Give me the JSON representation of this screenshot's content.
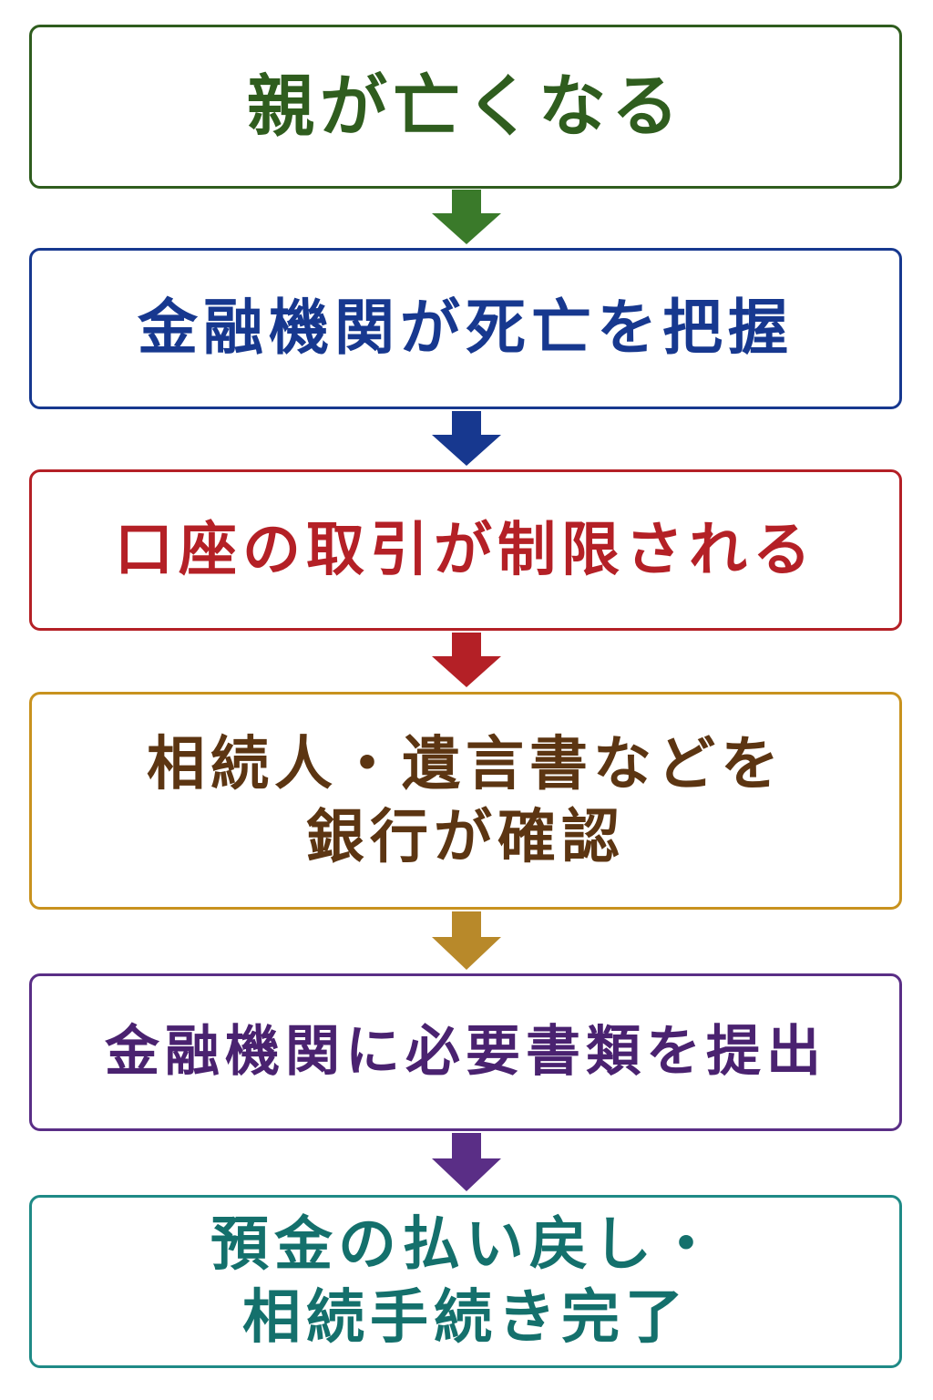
{
  "steps": [
    {
      "lines": [
        "親が亡くなる"
      ],
      "color": "#2f5d1e"
    },
    {
      "lines": [
        "金融機関が死亡を把握"
      ],
      "color": "#17388f"
    },
    {
      "lines": [
        "口座の取引が制限される"
      ],
      "color": "#b42026"
    },
    {
      "lines": [
        "相続人・遺言書などを",
        "銀行が確認"
      ],
      "color": "#5c3512",
      "border_color": "#c8921e"
    },
    {
      "lines": [
        "金融機関に必要書類を提出"
      ],
      "color": "#4a2270",
      "border_color": "#5a2e86"
    },
    {
      "lines": [
        "預金の払い戻し・",
        "相続手続き完了"
      ],
      "color": "#14706c",
      "border_color": "#1f8a86"
    }
  ],
  "arrow_colors": [
    "#3a7a2a",
    "#17388f",
    "#b42026",
    "#b8892a",
    "#5a2e86"
  ]
}
